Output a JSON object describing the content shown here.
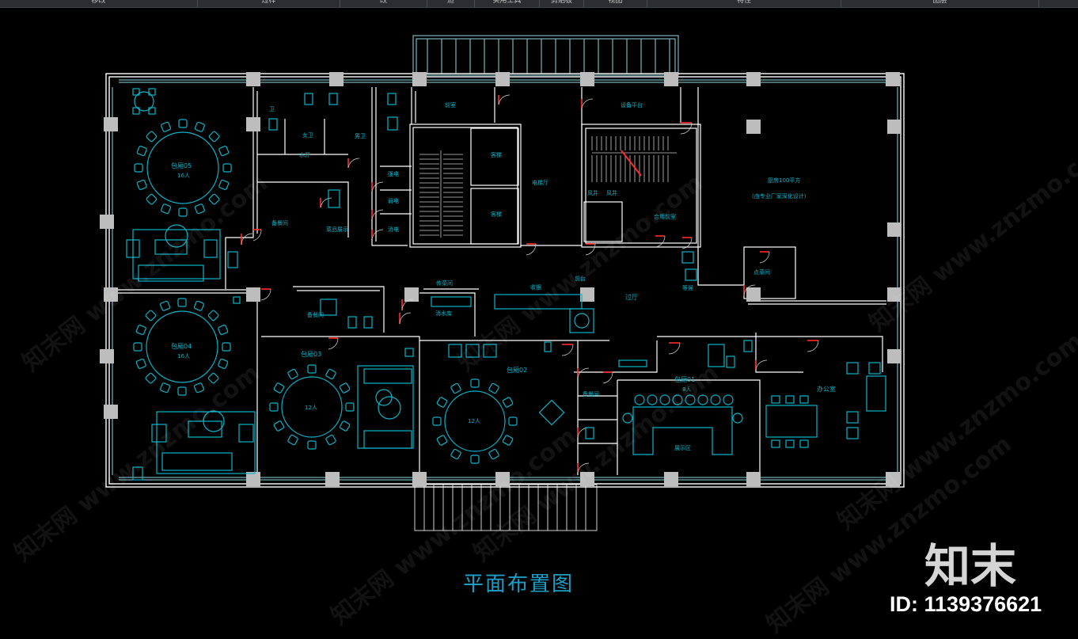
{
  "toolbar": {
    "tabs": [
      "移改",
      "过样",
      "改",
      "适",
      "实用工具",
      "剪贴板",
      "视图",
      "特性",
      "图层"
    ]
  },
  "colors": {
    "wall": "#ffffff",
    "furniture": "#0bb3c9",
    "door": "#ff2a2a",
    "column": "#c8c8c8",
    "window": "#8fd8e0",
    "title": "#1c9ec6"
  },
  "rooms": {
    "bao05": "包厢05",
    "bao05_cap": "16人",
    "bao04": "包厢04",
    "bao04_cap": "16人",
    "bao03": "包厢03",
    "bao03_table": "12人",
    "bao02": "包厢02",
    "bao02_table": "12人",
    "bao01": "包厢01",
    "bao01_cap": "8人",
    "office": "办公室",
    "front": "前室",
    "elevator_hall": "电梯厅",
    "lift1": "客梯",
    "lift2": "客梯",
    "equipment": "设备平台",
    "kitchen": "厨房100平方",
    "kitchen_note": "(由专业厂家深化设计)",
    "shared_front": "合用前室",
    "hall": "过厅",
    "women_wc": "女卫",
    "men_wc": "男卫",
    "wc": "卫",
    "tea": "水开",
    "prep1": "备餐间",
    "prep2": "备餐间",
    "prep3": "备餐间",
    "fire_stock": "消水库",
    "pantry": "传菜间",
    "well1": "风井",
    "well2": "风井",
    "elec1": "强电",
    "elec2": "弱电",
    "elec3": "消电",
    "cashier": "收银",
    "reception": "前台",
    "cold_room": "点菜间",
    "waiting": "等候",
    "zone_a": "展示区",
    "dishes": "菜品展示"
  },
  "drawing_title": "平面布置图",
  "brand_logo": "知末",
  "image_id": "ID: 1139376621",
  "watermark": "知末网 www.znzmo.com"
}
